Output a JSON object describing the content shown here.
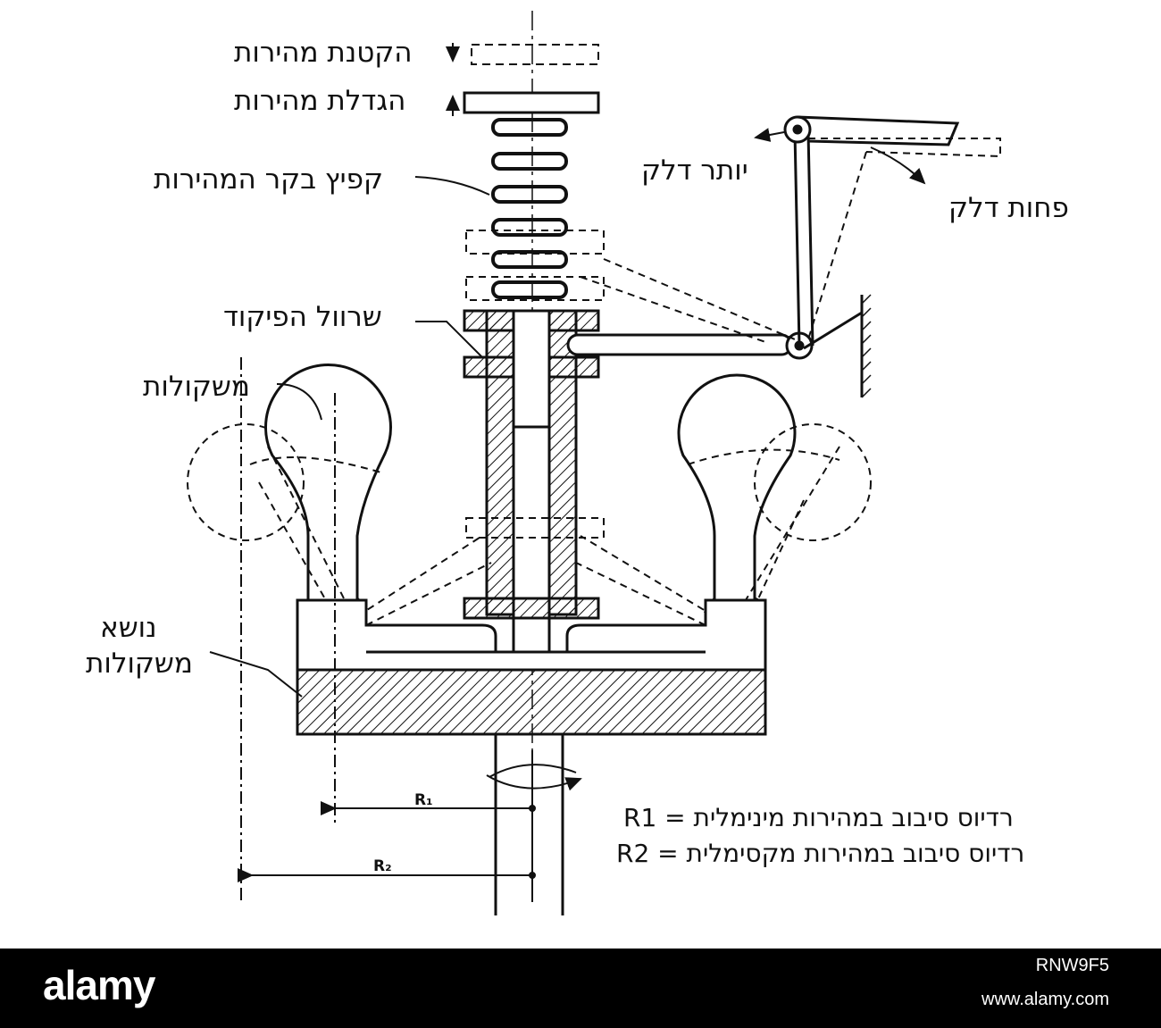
{
  "labels": {
    "decrease_speed": "הקטנת מהירות",
    "increase_speed": "הגדלת מהירות",
    "speed_control_spring": "קפיץ בקר המהירות",
    "more_fuel": "יותר דלק",
    "less_fuel": "פחות דלק",
    "command_sleeve": "שרוול הפיקוד",
    "weights": "משקולות",
    "weights_carrier_line1": "נושא",
    "weights_carrier_line2": "משקולות",
    "r1_mark": "R₁",
    "r2_mark": "R₂",
    "legend_r1": "רדיוס סיבוב במהירות מינימלית = R1",
    "legend_r2": "רדיוס סיבוב במהירות מקסימלית = R2"
  },
  "footer": {
    "brand": "alamy",
    "image_id": "RNW9F5",
    "site": "www.alamy.com"
  },
  "colors": {
    "ink": "#111111",
    "footer_bg": "#000000",
    "footer_text": "#ffffff"
  }
}
